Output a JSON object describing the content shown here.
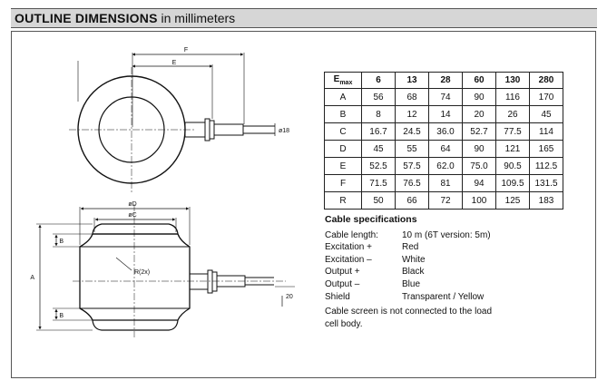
{
  "header": {
    "title_bold": "OUTLINE DIMENSIONS",
    "title_rest": " in millimeters"
  },
  "drawing": {
    "labels": {
      "F": "F",
      "E": "E",
      "dia18": "ø18",
      "D": "øD",
      "C": "øC",
      "R": "R(2x)",
      "A": "A",
      "B_top": "B",
      "B_bottom": "B",
      "twenty": "20"
    }
  },
  "table": {
    "header": [
      "Emax",
      "6",
      "13",
      "28",
      "60",
      "130",
      "280"
    ],
    "rows": [
      [
        "A",
        "56",
        "68",
        "74",
        "90",
        "116",
        "170"
      ],
      [
        "B",
        "8",
        "12",
        "14",
        "20",
        "26",
        "45"
      ],
      [
        "C",
        "16.7",
        "24.5",
        "36.0",
        "52.7",
        "77.5",
        "114"
      ],
      [
        "D",
        "45",
        "55",
        "64",
        "90",
        "121",
        "165"
      ],
      [
        "E",
        "52.5",
        "57.5",
        "62.0",
        "75.0",
        "90.5",
        "112.5"
      ],
      [
        "F",
        "71.5",
        "76.5",
        "81",
        "94",
        "109.5",
        "131.5"
      ],
      [
        "R",
        "50",
        "66",
        "72",
        "100",
        "125",
        "183"
      ]
    ]
  },
  "cable": {
    "heading": "Cable specifications",
    "items": [
      {
        "key": "Cable length:",
        "value": "10 m (6T version: 5m)"
      },
      {
        "key": "Excitation +",
        "value": "Red"
      },
      {
        "key": "Excitation –",
        "value": "White"
      },
      {
        "key": "Output +",
        "value": "Black"
      },
      {
        "key": "Output –",
        "value": "Blue"
      },
      {
        "key": "Shield",
        "value": "Transparent / Yellow"
      }
    ],
    "note": "Cable screen is not connected to the load cell body."
  }
}
